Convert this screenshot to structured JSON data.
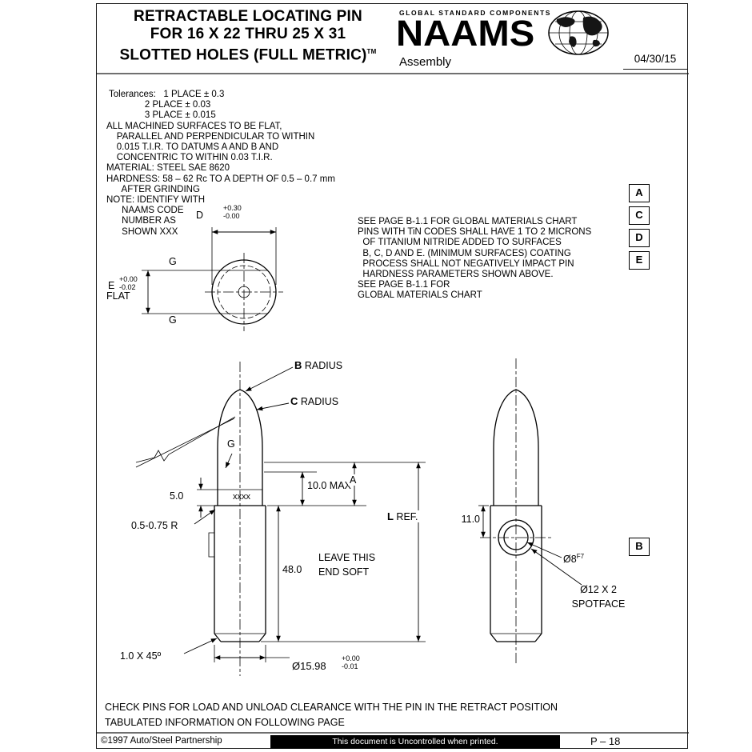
{
  "header": {
    "title_lines": [
      "RETRACTABLE LOCATING PIN",
      "FOR 16 X 22 THRU 25 X 31",
      "SLOTTED HOLES (FULL METRIC)"
    ],
    "trademark": "TM",
    "tagline": "GLOBAL STANDARD COMPONENTS",
    "brand": "NAAMS",
    "subtitle": "Assembly",
    "date": "04/30/15"
  },
  "notes": {
    "lines": [
      " Tolerances:   1 PLACE ± 0.3",
      "               2 PLACE ± 0.03",
      "               3 PLACE ± 0.015",
      "ALL MACHINED SURFACES TO BE FLAT,",
      "    PARALLEL AND PERPENDICULAR TO WITHIN",
      "    0.015 T.I.R. TO DATUMS A AND B AND",
      "    CONCENTRIC TO WITHIN 0.03 T.I.R.",
      "MATERIAL: STEEL SAE 8620",
      "HARDNESS: 58 – 62 Rc TO A DEPTH OF 0.5 – 0.7 mm",
      "      AFTER GRINDING",
      "NOTE: IDENTIFY WITH",
      "      NAAMS CODE",
      "      NUMBER AS",
      "      SHOWN XXX"
    ]
  },
  "materials_note": {
    "lines": [
      "SEE PAGE B-1.1 FOR GLOBAL MATERIALS CHART",
      "PINS WITH TiN CODES SHALL HAVE 1 TO 2 MICRONS",
      "  OF TITANIUM NITRIDE ADDED TO SURFACES",
      "  B, C, D AND E. (MINIMUM SURFACES) COATING",
      "  PROCESS SHALL NOT NEGATIVELY IMPACT PIN",
      "  HARDNESS PARAMETERS SHOWN ABOVE.",
      "SEE PAGE B-1.1 FOR",
      "GLOBAL MATERIALS CHART"
    ]
  },
  "datums": [
    "A",
    "C",
    "D",
    "E",
    "B"
  ],
  "top_view": {
    "dim_d": "D",
    "d_tol": [
      "+0.30",
      "-0.00"
    ],
    "g_top": "G",
    "g_bottom": "G",
    "dim_e": "E",
    "e_tol": [
      "+0.00",
      "-0.02"
    ],
    "flat": "FLAT"
  },
  "front_view": {
    "b_bold": "B",
    "b_rest": " RADIUS",
    "c_bold": "C",
    "c_rest": " RADIUS",
    "g_flat": "G",
    "dim_5": "5.0",
    "marking": "xxxx",
    "dim_10": "10.0 MAX",
    "dim_a": "A",
    "fillet_radius": "0.5-0.75 R",
    "dim_48": "48.0",
    "soft_note": [
      "LEAVE THIS",
      "END SOFT"
    ],
    "l_bold": "L",
    "l_rest": " REF.",
    "chamfer": "1.0 X 45º",
    "dia": "Ø15.98",
    "dia_tol": [
      "+0.00",
      "-0.01"
    ]
  },
  "side_view": {
    "dim_11": "11.0",
    "hole_dia": "Ø8",
    "hole_fit": "F7",
    "spotface": [
      "Ø12 X 2",
      "SPOTFACE"
    ]
  },
  "bottom_notes": [
    "CHECK PINS FOR LOAD AND UNLOAD CLEARANCE WITH THE PIN IN THE RETRACT POSITION",
    "TABULATED INFORMATION ON FOLLOWING PAGE"
  ],
  "footer": {
    "copyright": "©1997 Auto/Steel Partnership",
    "uncontrolled": "This document is Uncontrolled when printed.",
    "page": "P – 18"
  }
}
